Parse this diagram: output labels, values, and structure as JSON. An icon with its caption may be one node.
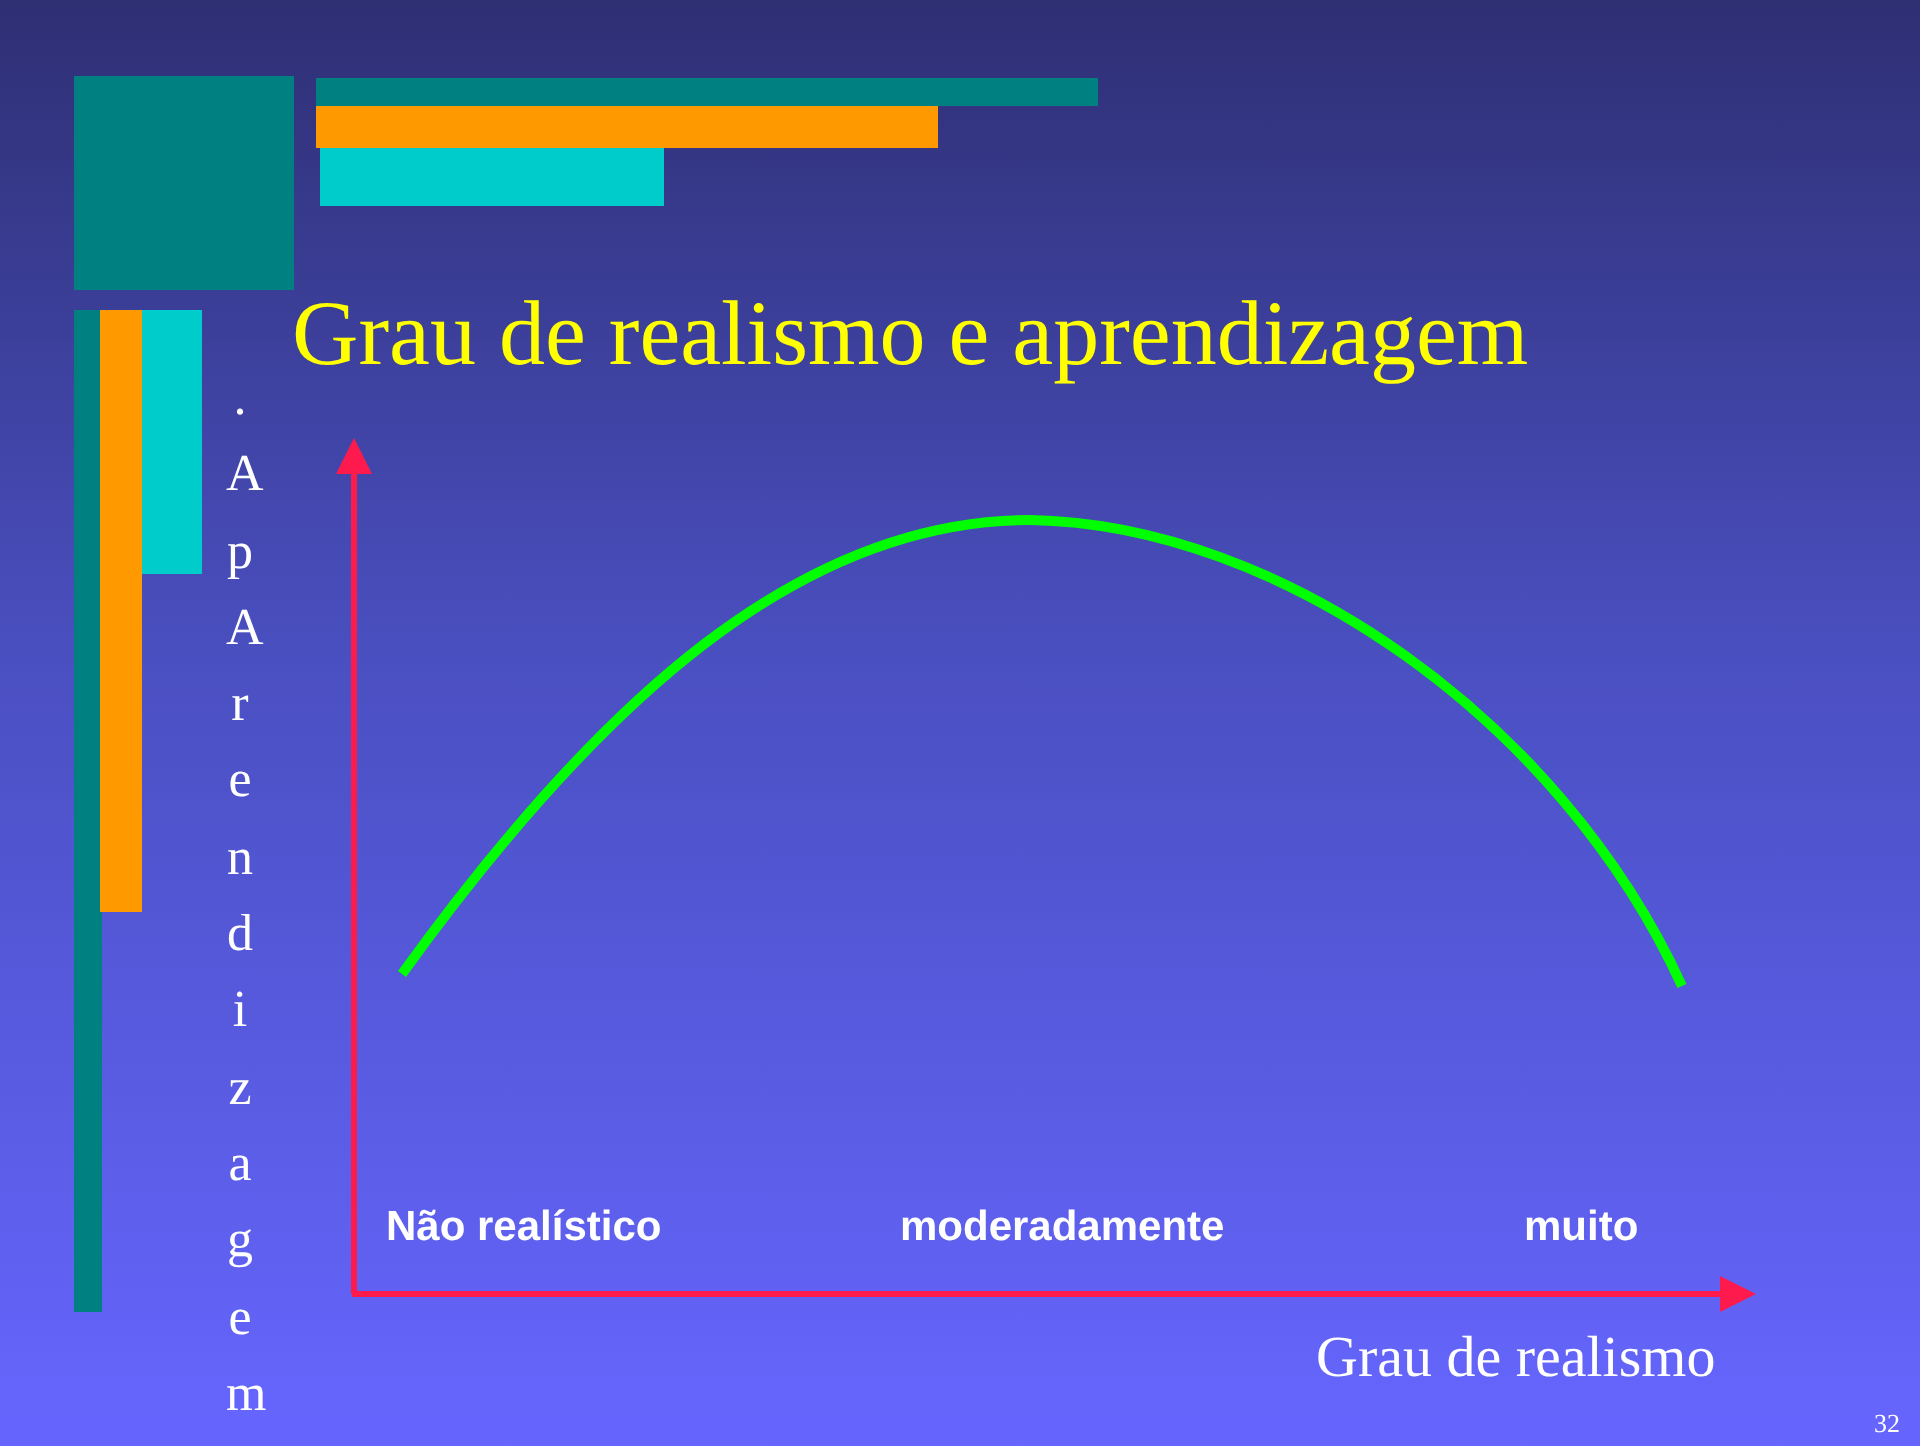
{
  "diagram": {
    "title": "Grau de realismo e aprendizagem",
    "labels": [
      ".ApArendizagem",
      "Não realístico",
      "moderadamente",
      "muito",
      "Grau de realismo",
      "32"
    ]
  }
}
